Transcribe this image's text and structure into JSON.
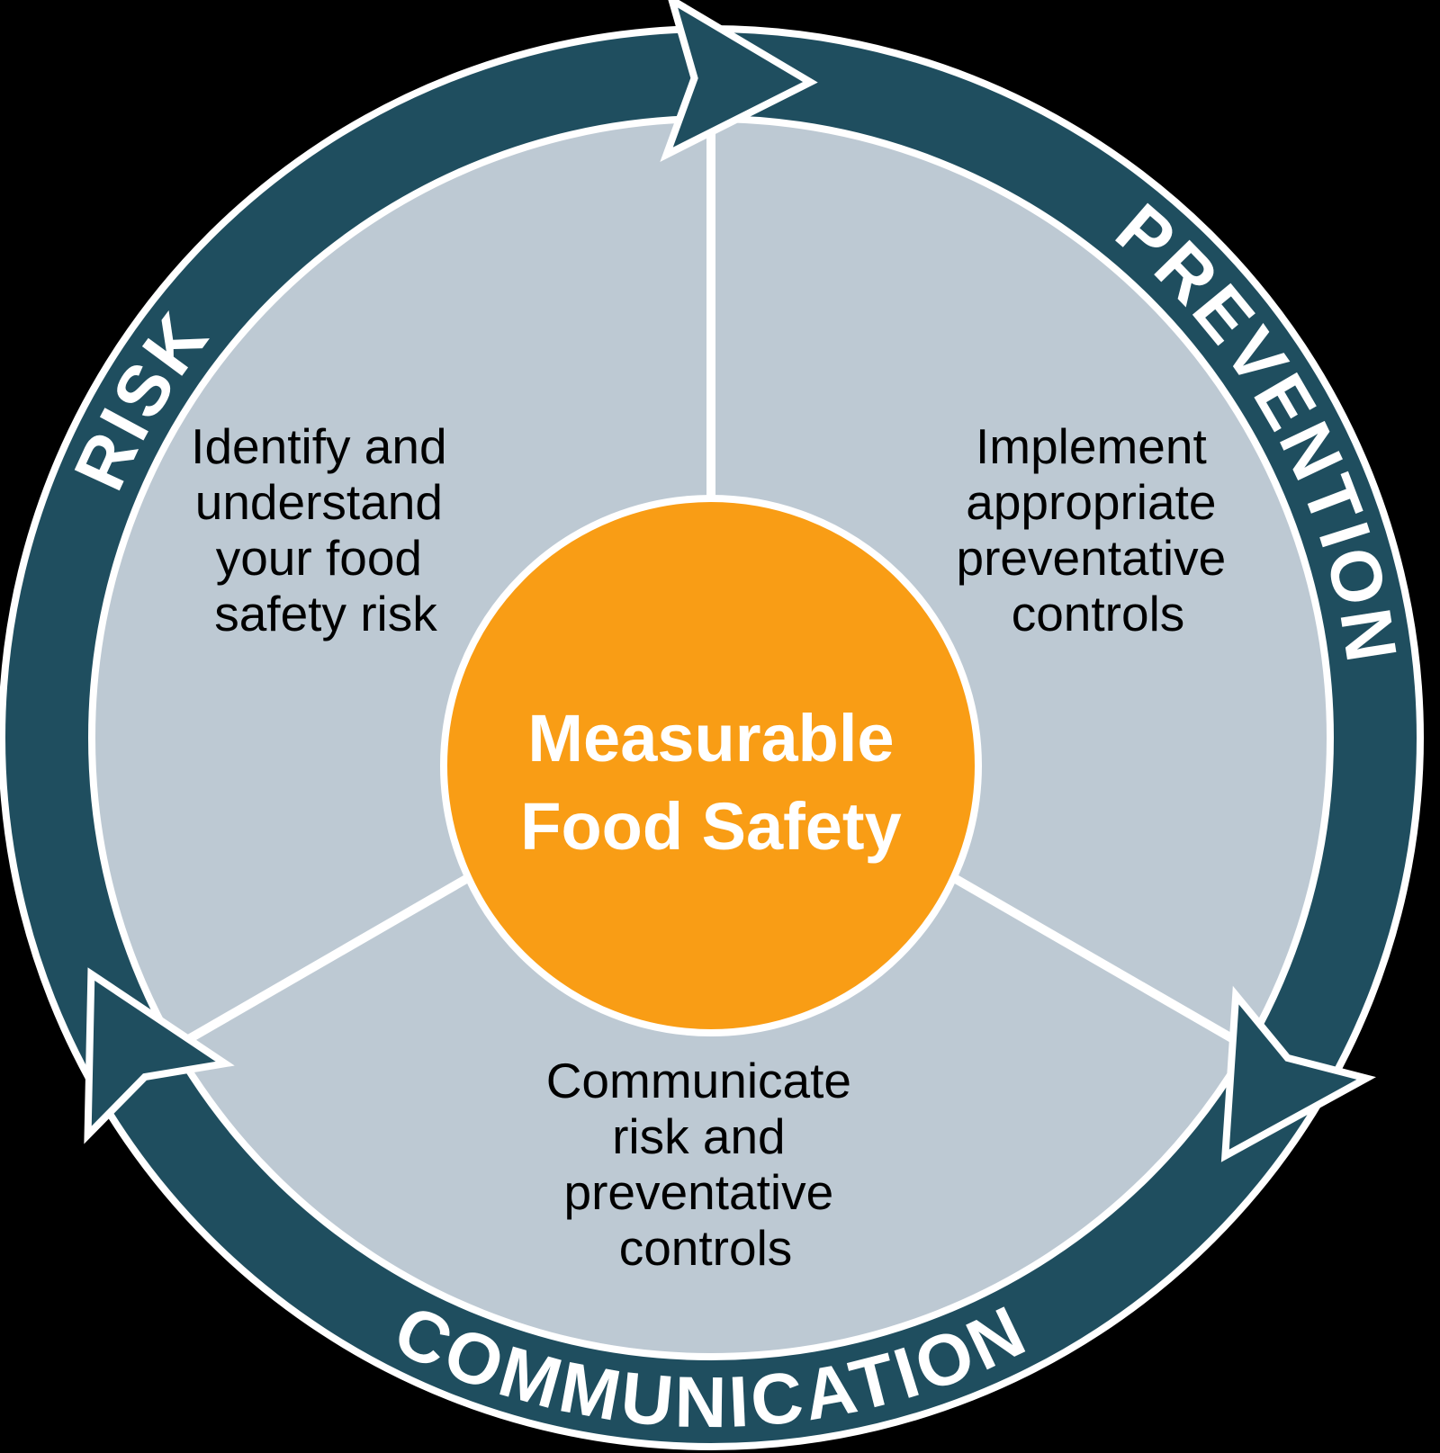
{
  "diagram": {
    "background": "#000000",
    "colors": {
      "ring": "#1F4E5F",
      "disc": "#BDC9D3",
      "accent": "#F99D15",
      "outline": "#FFFFFF",
      "ring_text": "#FFFFFF",
      "center_text": "#FFFFFF",
      "segment_text": "#000000"
    },
    "ring_labels": {
      "risk": "RISK",
      "prevention": "PREVENTION",
      "communication": "COMMUNICATION"
    },
    "center": {
      "line1": "Measurable",
      "line2": "Food Safety"
    },
    "segments": {
      "risk": {
        "lines": [
          "Identify and",
          "understand",
          "your food",
          "safety risk"
        ]
      },
      "prevention": {
        "lines": [
          "Implement",
          "appropriate",
          "preventative",
          "controls"
        ]
      },
      "communication": {
        "lines": [
          "Communicate",
          "risk and",
          "preventative",
          "controls"
        ]
      }
    }
  }
}
